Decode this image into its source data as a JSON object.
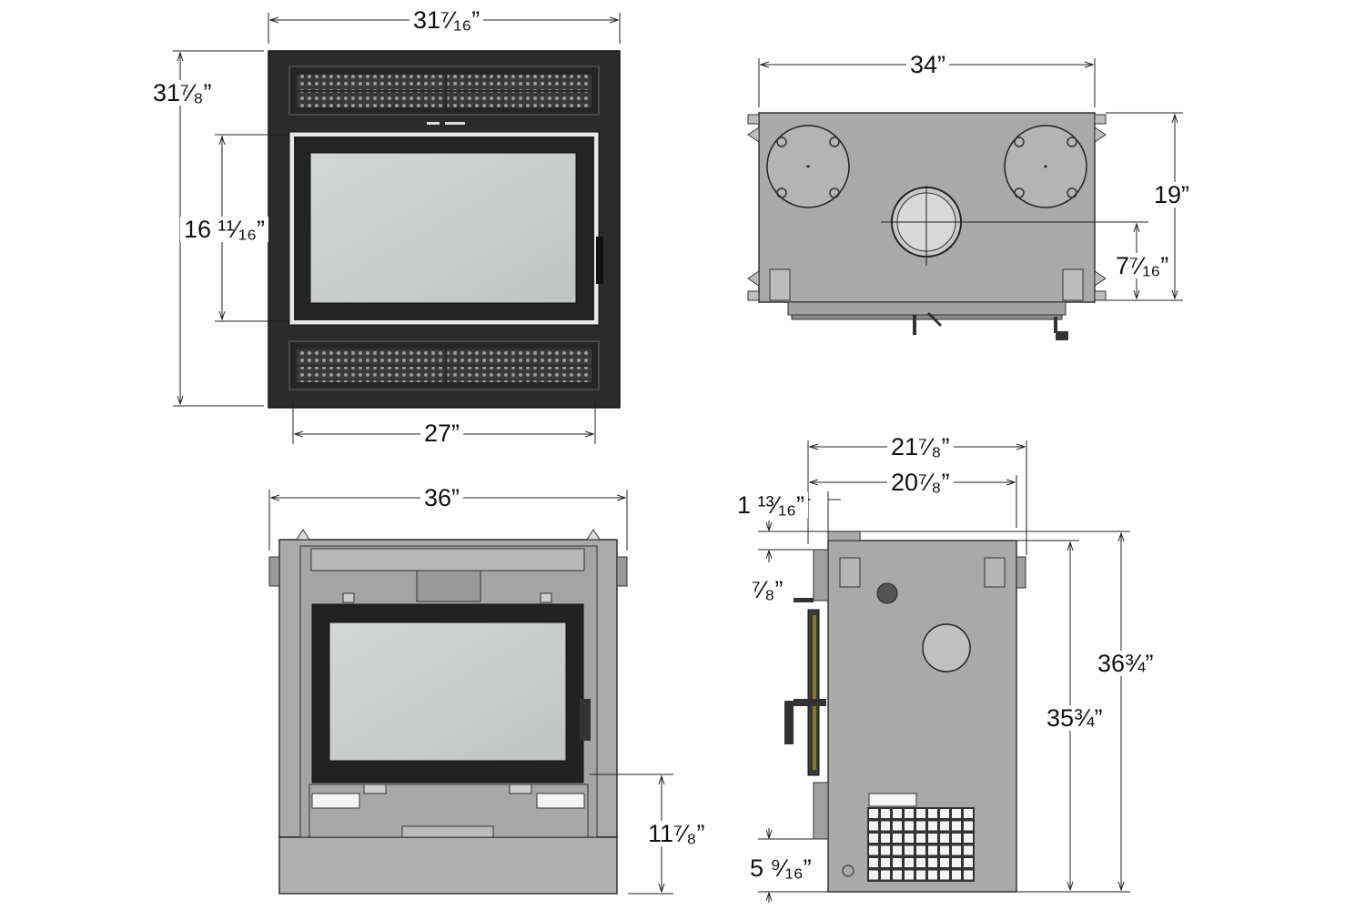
{
  "views": {
    "front_trim": {
      "width_label": "31⁷⁄₁₆”",
      "height_label": "31⁷⁄₈”",
      "glass_height_label": "16 ¹¹⁄₁₆”",
      "opening_width_label": "27”"
    },
    "top_view": {
      "width_label": "34”",
      "depth_label": "19”",
      "flue_offset_label": "7⁷⁄₁₆”"
    },
    "front_unit": {
      "width_label": "36”",
      "hearth_height_label": "11⁷⁄₈”"
    },
    "side_view": {
      "overall_depth_label": "21⁷⁄₈”",
      "body_depth_label": "20⁷⁄₈”",
      "offset_label": "1 ¹³⁄₁₆”",
      "top_offset_label": "⁷⁄₈”",
      "overall_height_label": "36¾”",
      "body_height_label": "35¾”",
      "base_height_label": "5 ⁹⁄₁₆”"
    }
  },
  "colors": {
    "frame": "#2a2a2a",
    "body_gray": "#a9a9a9",
    "glass": "#c9cdcc",
    "outline": "#333333"
  }
}
